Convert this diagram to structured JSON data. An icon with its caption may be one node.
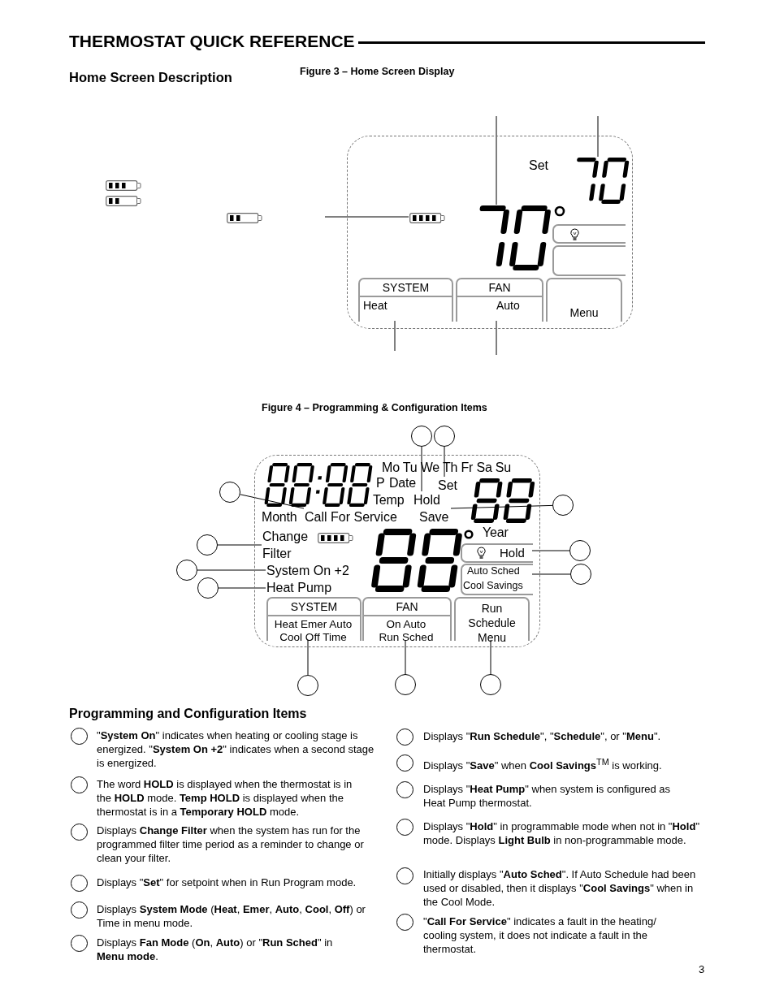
{
  "diagram": {
    "title": "THERMOSTAT QUICK REFERENCE",
    "nodes": [
      {
        "text": [],
        "shape": "box"
      },
      {
        "text": [
          "Set"
        ],
        "in": 0
      },
      {
        "text": [],
        "shape": "picture",
        "in": 0
      },
      {
        "text": [],
        "shape": "picture",
        "in": 0
      },
      {
        "text": [],
        "shape": "battery",
        "in": 0
      },
      {
        "text": [
          "SYSTEM",
          "Heat"
        ],
        "in": 0
      },
      {
        "text": [
          "FAN",
          "Auto"
        ],
        "in": 0
      },
      {
        "text": [
          "Menu"
        ],
        "in": 0
      },
      {
        "text": [],
        "shape": "box"
      },
      {
        "text": [
          "Set"
        ],
        "in": 8
      },
      {
        "text": [
          "Hold"
        ],
        "in": 8
      },
      {
        "text": [
          "Call For Service"
        ],
        "in": 8
      },
      {
        "text": [
          "Save"
        ],
        "in": 8
      },
      {
        "text": [
          "Change Filter"
        ],
        "in": 8
      },
      {
        "text": [
          "System On +2"
        ],
        "in": 8
      },
      {
        "text": [
          "Hold"
        ],
        "in": 8
      },
      {
        "text": [
          "Auto Sched",
          "Cool Savings"
        ],
        "in": 8
      },
      {
        "text": [
          "Heat Pump"
        ],
        "in": 8
      },
      {
        "text": [
          "SYSTEM",
          "Heat Emer Auto Cool Off Time"
        ],
        "in": 8
      },
      {
        "text": [
          "FAN",
          "On Auto Run Sched"
        ],
        "in": 8
      },
      {
        "text": [
          "Run Schedule Menu"
        ],
        "in": 8
      },
      {
        "text": [],
        "shape": "circle"
      },
      {
        "text": [],
        "shape": "circle"
      },
      {
        "text": [],
        "shape": "circle"
      },
      {
        "text": [],
        "shape": "circle"
      },
      {
        "text": [],
        "shape": "circle"
      },
      {
        "text": [],
        "shape": "circle"
      },
      {
        "text": [],
        "shape": "circle"
      },
      {
        "text": [],
        "shape": "circle"
      },
      {
        "text": [],
        "shape": "circle"
      },
      {
        "text": [],
        "shape": "circle"
      },
      {
        "text": [],
        "shape": "circle"
      },
      {
        "text": [],
        "shape": "circle"
      },
      {
        "text": [],
        "shape": "box",
        "in": 0
      },
      {
        "text": [],
        "shape": "box",
        "in": 0
      }
    ],
    "edges": [
      {
        "from": null,
        "to": 3,
        "arrow": "none"
      },
      {
        "from": null,
        "to": 2,
        "arrow": "none"
      },
      {
        "from": null,
        "to": 4,
        "arrow": "none"
      },
      {
        "from": null,
        "to": 5,
        "arrow": "none"
      },
      {
        "from": null,
        "to": 6,
        "arrow": "none"
      },
      {
        "from": 21,
        "to": 10,
        "arrow": "none"
      },
      {
        "from": 22,
        "to": 9,
        "arrow": "none"
      },
      {
        "from": 23,
        "to": 11,
        "arrow": "none"
      },
      {
        "from": 24,
        "to": 12,
        "arrow": "none"
      },
      {
        "from": 25,
        "to": 13,
        "arrow": "none"
      },
      {
        "from": 26,
        "to": 15,
        "arrow": "none"
      },
      {
        "from": 27,
        "to": 14,
        "arrow": "none"
      },
      {
        "from": 28,
        "to": 16,
        "arrow": "none"
      },
      {
        "from": 29,
        "to": 17,
        "arrow": "none"
      },
      {
        "from": 30,
        "to": 18,
        "arrow": "none"
      },
      {
        "from": 31,
        "to": 19,
        "arrow": "none"
      },
      {
        "from": 32,
        "to": 20,
        "arrow": "none"
      }
    ],
    "labels": [
      "Home Screen Description",
      "Figure 3 – Home Screen Display",
      "Figure 4 – Programming & Configuration Items",
      "Mo Tu We Th Fr Sa Su",
      "P",
      "Date",
      "Temp",
      "Month",
      "Year",
      "Programming and Configuration Items",
      "\"**System On**\" indicates when heating or cooling stage is energized. \"**System On +2**\" indicates when a second stage is energized.",
      "The word **HOLD** is displayed when the thermostat is in the **HOLD** mode. **Temp HOLD** is displayed when the thermostat is in a **Temporary HOLD** mode.",
      "Displays **Change Filter** when the system has run for the programmed filter time period as a reminder to change or clean your filter.",
      "Displays \"**Set**\" for setpoint when in Run Program mode.",
      "Displays **System Mode** (**Heat**, **Emer**, **Auto**, **Cool**, **Off**) or Time in menu mode.",
      "Displays **Fan Mode** (**On**, **Auto**) or \"**Run Sched**\" in **Menu mode**.",
      "Displays \"**Run Schedule**\", \"**Schedule**\", or \"**Menu**\".",
      "Displays \"**Save**\" when **Cool Savings**$^{TM}$ is working.",
      "Displays \"**Heat Pump**\" when system is configured as Heat Pump thermostat.",
      "Displays \"**Hold**\" in programmable mode when not in \"**Hold**\" mode. Displays **Light Bulb** in non-programmable mode.",
      "Initially displays \"**Auto Sched**\". If Auto Schedule had been used or disabled, then it displays \"**Cool Savings**\" when in the Cool Mode.",
      "\"**Call For Service**\" indicates a fault in the heating/ cooling system, it does not indicate a fault in the thermostat.",
      "3"
    ]
  }
}
